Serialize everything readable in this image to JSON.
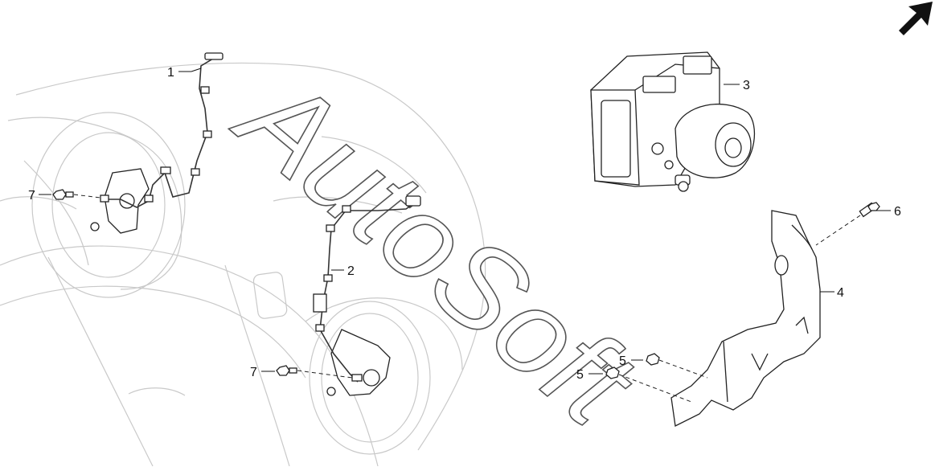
{
  "watermark": {
    "text": "AutoSoft"
  },
  "corner_arrow": {
    "icon": "direction-arrow-icon",
    "color": "#111111"
  },
  "callouts": {
    "c1": "1",
    "c2": "2",
    "c3": "3",
    "c4": "4",
    "c5a": "5",
    "c5b": "5",
    "c6": "6",
    "c7a": "7",
    "c7b": "7"
  },
  "colors": {
    "outline": "#c9c9c9",
    "parts": "#222222"
  }
}
